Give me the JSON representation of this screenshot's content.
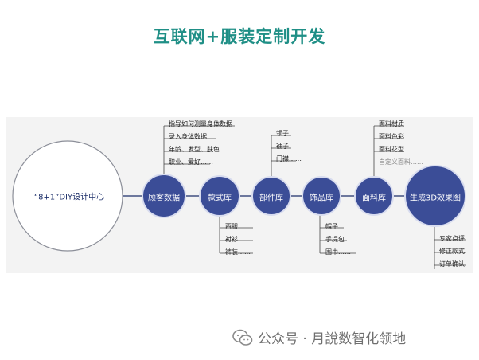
{
  "title": "互联网+服装定制开发",
  "hub": {
    "label": "“8+1”DIY设计中心"
  },
  "nodes": [
    {
      "label": "顾客数据",
      "items_above": [
        "指导如何测量身体数据",
        "录入身体数据",
        "年龄、发型、肤色",
        "职业、爱好……"
      ]
    },
    {
      "label": "款式库",
      "items_below": [
        "西服",
        "衬衫",
        "裤装……"
      ]
    },
    {
      "label": "部件库",
      "items_above": [
        "领子",
        "袖子",
        "门襟……"
      ]
    },
    {
      "label": "饰品库",
      "items_below": [
        "帽子",
        "手提包",
        "围巾……"
      ]
    },
    {
      "label": "面料库",
      "items_above": [
        "面料材质",
        "面料色彩",
        "面料花型",
        "自定义面料……"
      ]
    },
    {
      "label": "生成3D效果图",
      "items_below": [
        "专家点评",
        "修正款式",
        "订单确认"
      ]
    }
  ],
  "colors": {
    "title": "#1f8f86",
    "node_fill": "#3b4d97",
    "node_stroke": "#d8dcef",
    "line": "#1d2f6a",
    "panel": "#f3f3f3"
  },
  "watermark": {
    "icon": "wechat-icon",
    "text": "公众号 · 月說数智化领地"
  }
}
